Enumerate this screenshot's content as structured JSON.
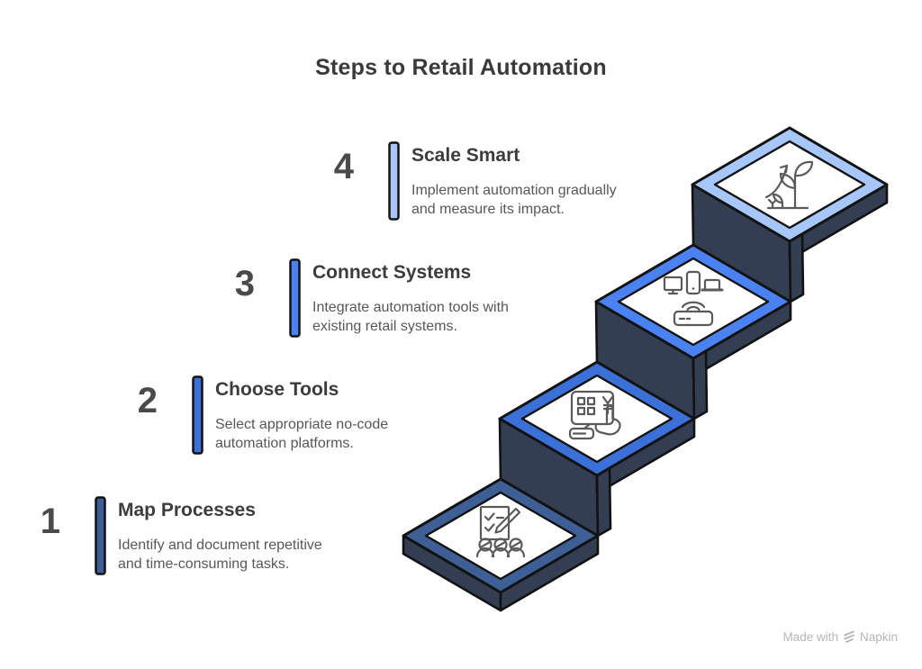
{
  "title": "Steps to Retail Automation",
  "steps": [
    {
      "number": "1",
      "title": "Map Processes",
      "description": "Identify and document repetitive\nand time-consuming tasks.",
      "color": "#3D5F96",
      "icon": "team-checklist-icon"
    },
    {
      "number": "2",
      "title": "Choose Tools",
      "description": "Select appropriate no-code\nautomation platforms.",
      "color": "#3B70D8",
      "icon": "platform-selection-icon"
    },
    {
      "number": "3",
      "title": "Connect Systems",
      "description": "Integrate automation tools with\nexisting retail systems.",
      "color": "#4A82F2",
      "icon": "connected-devices-icon"
    },
    {
      "number": "4",
      "title": "Scale Smart",
      "description": "Implement automation gradually\nand measure its impact.",
      "color": "#A7C6F9",
      "icon": "growth-plant-icon"
    }
  ],
  "staircase": {
    "body_color": "#333E52",
    "outline_color": "#121212",
    "face_color": "#FFFFFF",
    "icon_stroke_color": "#5A5A5A"
  },
  "watermark": {
    "prefix": "Made with",
    "brand": "Napkin",
    "logo": "napkin-logo-icon"
  }
}
